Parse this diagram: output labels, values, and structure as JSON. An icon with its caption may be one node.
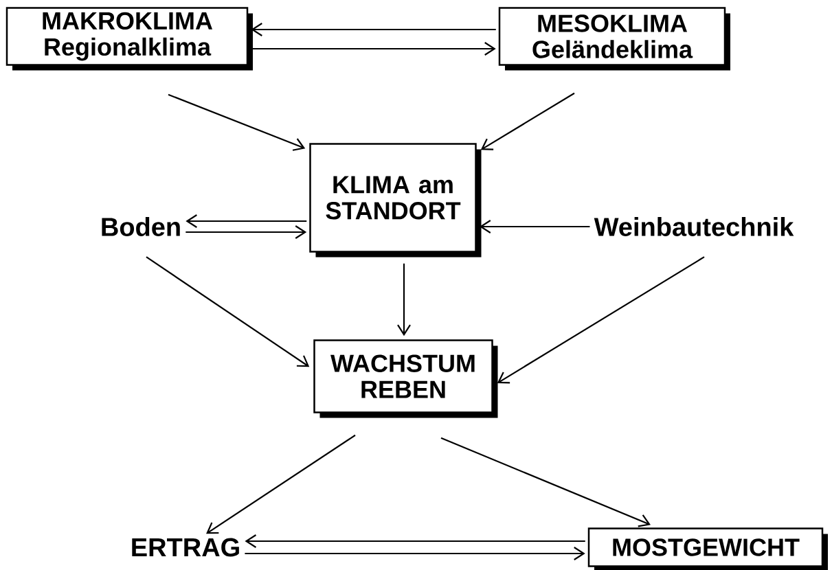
{
  "diagram": {
    "nodes": [
      {
        "text": [
          "MAKROKLIMA",
          "Regionalklima"
        ]
      },
      {
        "text": [
          "MESOKLIMA",
          "Geländeklima"
        ]
      },
      {
        "text": [
          "KLIMA am STANDORT"
        ]
      },
      {
        "text": [
          "Boden"
        ]
      },
      {
        "text": [
          "Weinbautechnik"
        ]
      },
      {
        "text": [
          "WACHSTUM REBEN"
        ]
      },
      {
        "text": [
          "ERTRAG"
        ]
      },
      {
        "text": [
          "MOSTGEWICHT"
        ]
      }
    ],
    "edges": [
      {
        "from": 1,
        "to": 0,
        "arrow": "to"
      },
      {
        "from": 0,
        "to": 1,
        "arrow": "to"
      },
      {
        "from": 0,
        "to": 2,
        "arrow": "to"
      },
      {
        "from": 1,
        "to": 2,
        "arrow": "to"
      },
      {
        "from": 2,
        "to": 3,
        "arrow": "to"
      },
      {
        "from": 3,
        "to": 2,
        "arrow": "to"
      },
      {
        "from": 4,
        "to": 2,
        "arrow": "to"
      },
      {
        "from": 2,
        "to": 5,
        "arrow": "to"
      },
      {
        "from": 3,
        "to": 5,
        "arrow": "to"
      },
      {
        "from": 4,
        "to": 5,
        "arrow": "to"
      },
      {
        "from": 5,
        "to": 6,
        "arrow": "to"
      },
      {
        "from": 5,
        "to": 7,
        "arrow": "to"
      },
      {
        "from": 7,
        "to": 6,
        "arrow": "to"
      },
      {
        "from": 6,
        "to": 7,
        "arrow": "to"
      }
    ]
  }
}
